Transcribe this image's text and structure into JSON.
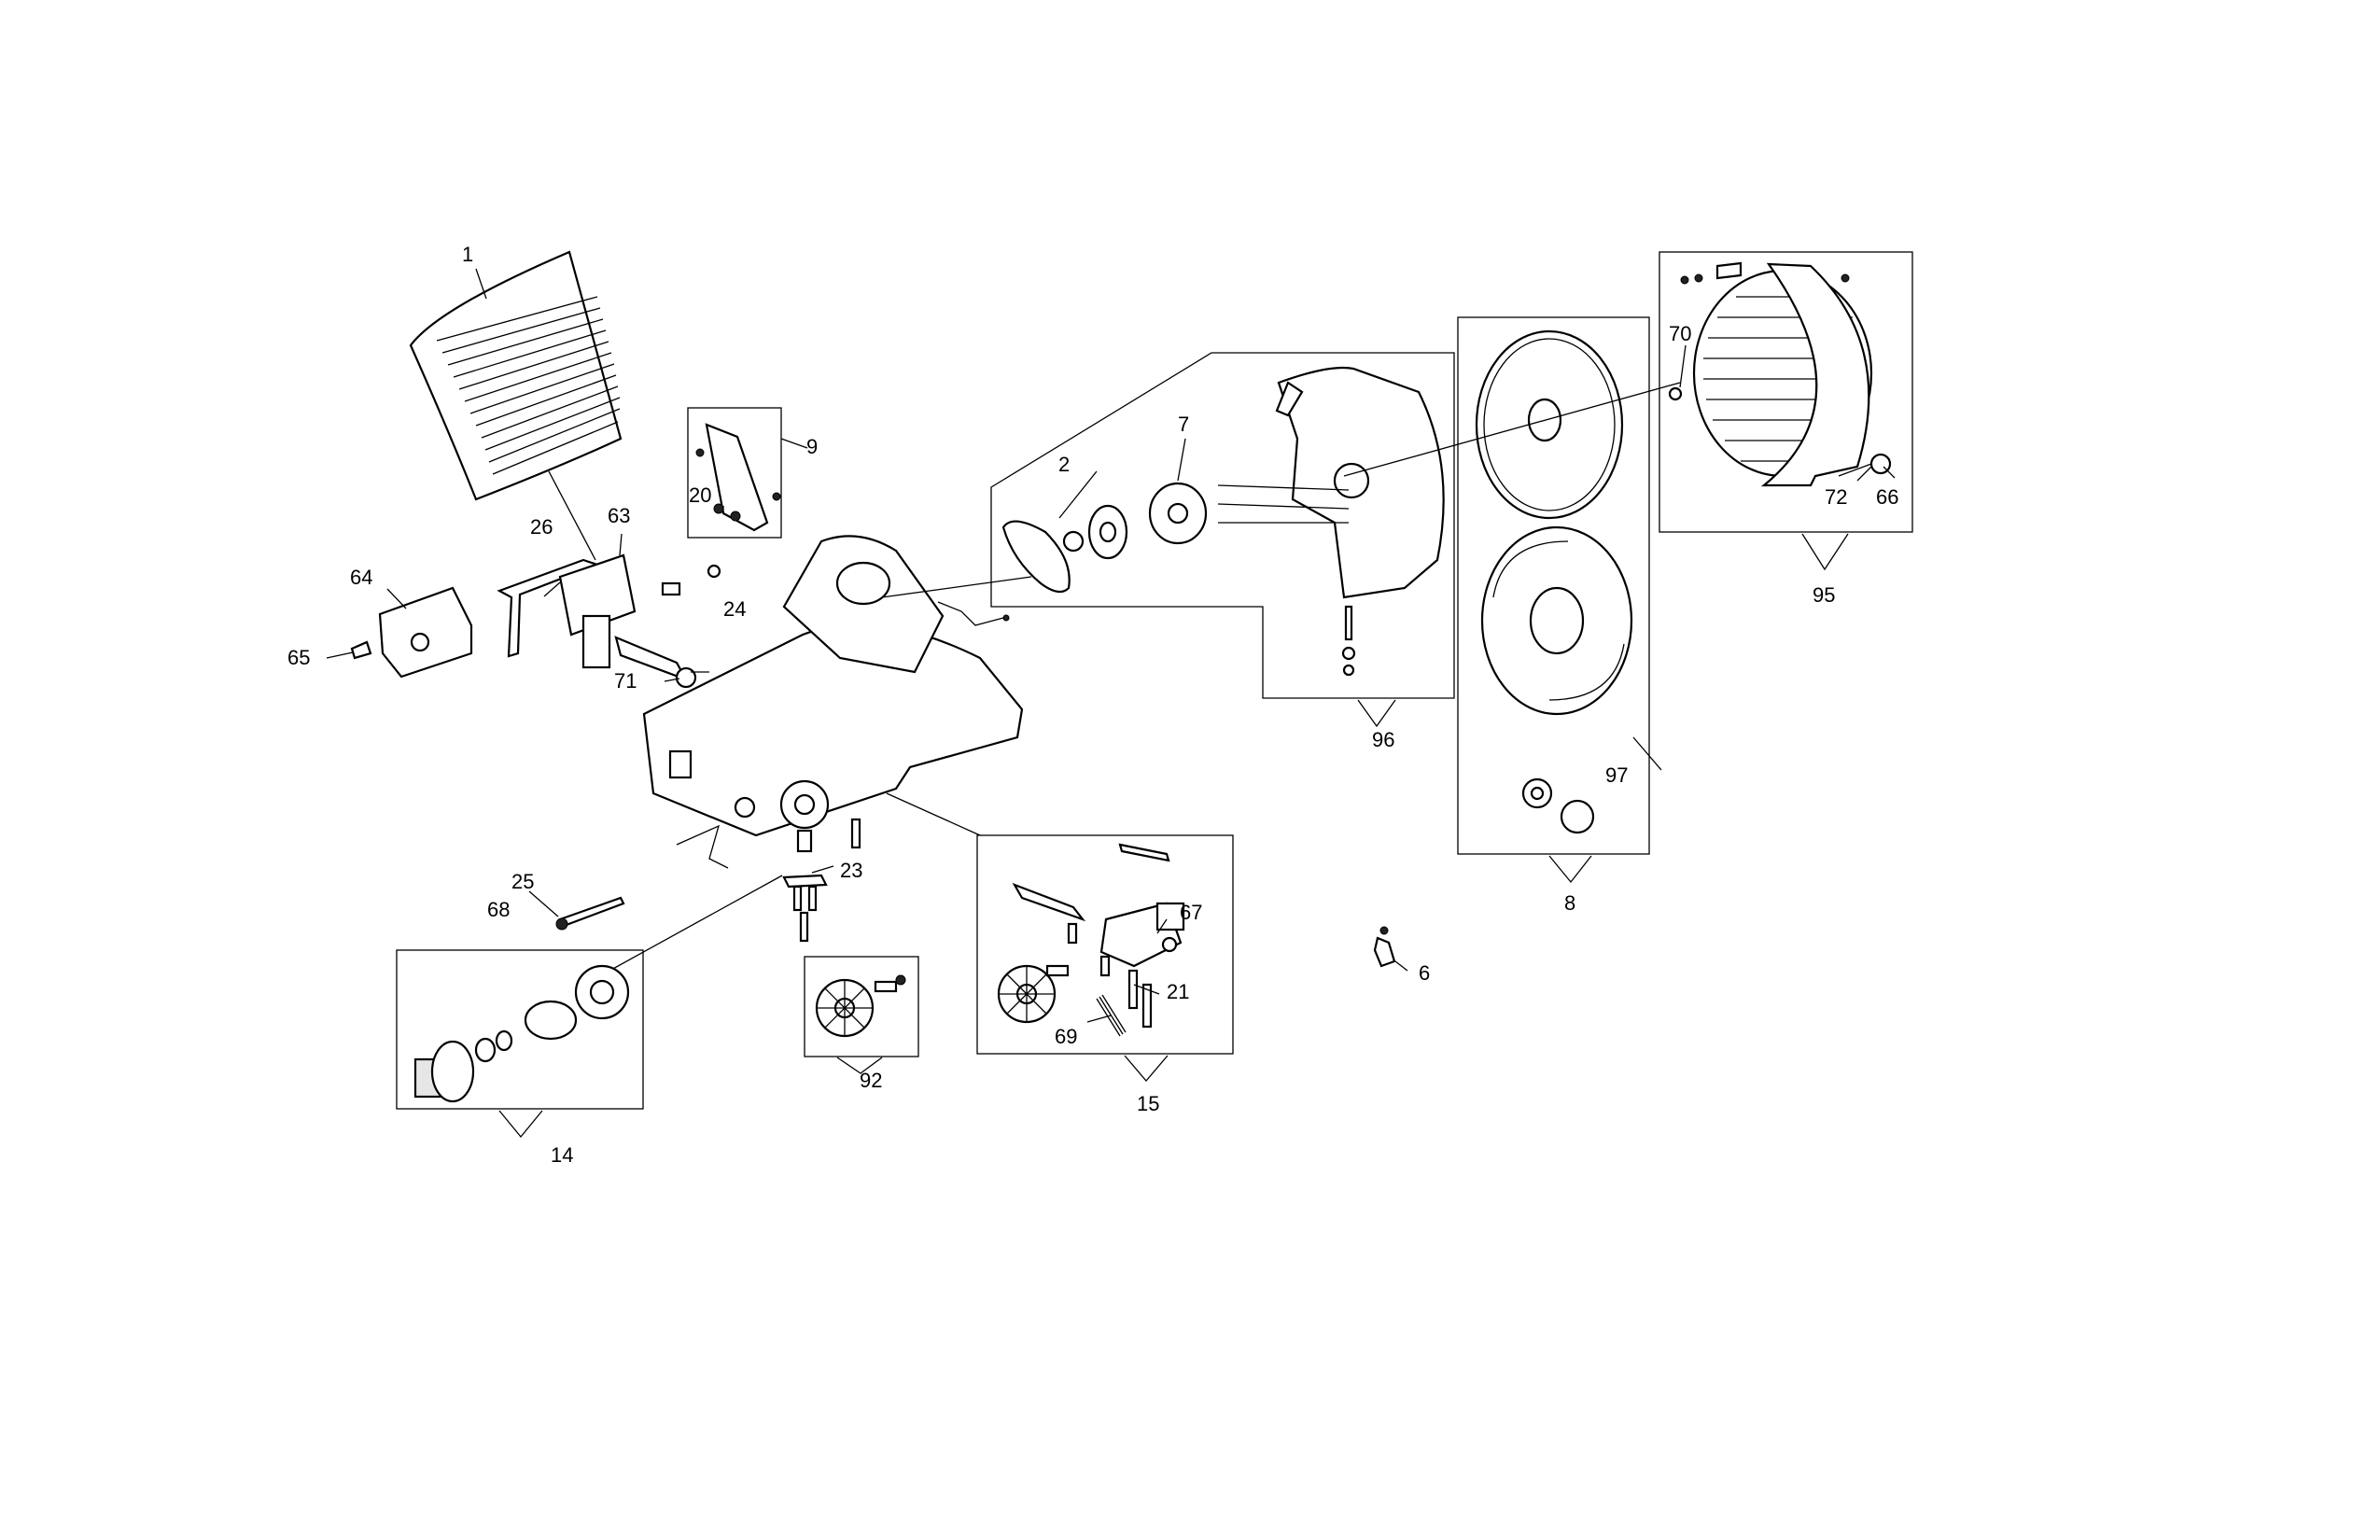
{
  "labels": {
    "p1": "1",
    "p2": "2",
    "p6": "6",
    "p7": "7",
    "p8": "8",
    "p9": "9",
    "p14": "14",
    "p15": "15",
    "p20": "20",
    "p21": "21",
    "p23": "23",
    "p24": "24",
    "p25": "25",
    "p26": "26",
    "p63": "63",
    "p64": "64",
    "p65": "65",
    "p66": "66",
    "p67": "67",
    "p68": "68",
    "p69": "69",
    "p70": "70",
    "p71": "71",
    "p72": "72",
    "p92": "92",
    "p95": "95",
    "p96": "96",
    "p97": "97"
  }
}
